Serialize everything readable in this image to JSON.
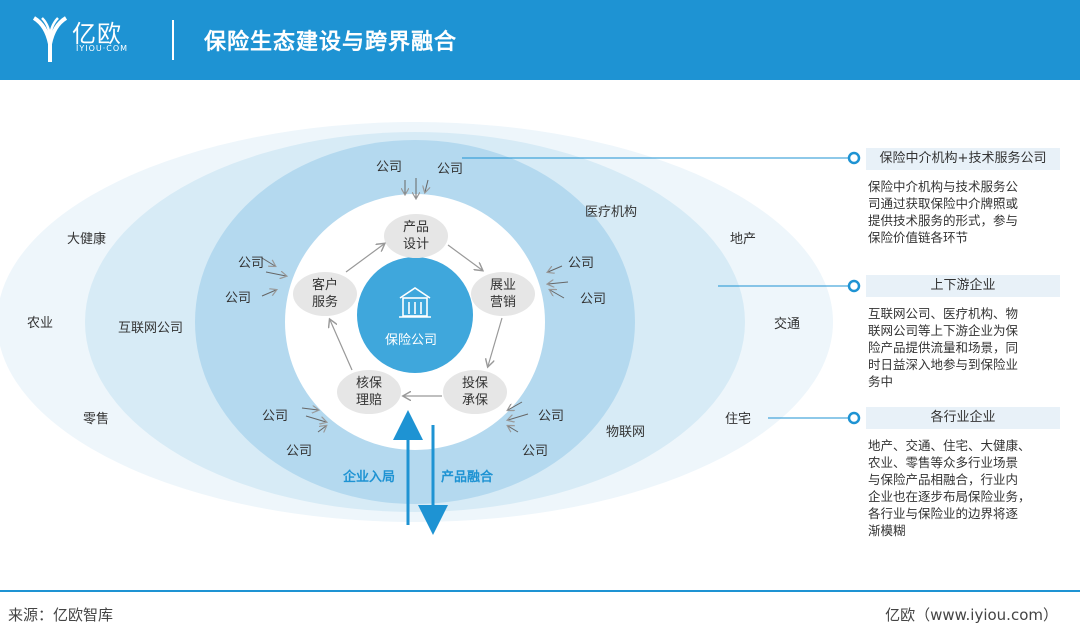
{
  "header": {
    "logo_text": "亿欧",
    "logo_sub": "IYIOU·COM",
    "title": "保险生态建设与跨界融合"
  },
  "diagram": {
    "center": "保险公司",
    "cycle": [
      {
        "line1": "产品",
        "line2": "设计"
      },
      {
        "line1": "展业",
        "line2": "营销"
      },
      {
        "line1": "投保",
        "line2": "承保"
      },
      {
        "line1": "核保",
        "line2": "理赔"
      },
      {
        "line1": "客户",
        "line2": "服务"
      }
    ],
    "company_label": "公司",
    "middle_ring": [
      "医疗机构",
      "互联网公司",
      "物联网"
    ],
    "outer_ring": [
      "大健康",
      "农业",
      "零售",
      "地产",
      "交通",
      "住宅"
    ],
    "arrows": {
      "up": "企业入局",
      "down": "产品融合"
    }
  },
  "legend": [
    {
      "title": "保险中介机构+技术服务公司",
      "lines": [
        "保险中介机构与技术服务公",
        "司通过获取保险中介牌照或",
        "提供技术服务的形式，参与",
        "保险价值链各环节"
      ]
    },
    {
      "title": "上下游企业",
      "lines": [
        "互联网公司、医疗机构、物",
        "联网公司等上下游企业为保",
        "险产品提供流量和场景，同",
        "时日益深入地参与到保险业",
        "务中"
      ]
    },
    {
      "title": "各行业企业",
      "lines": [
        "地产、交通、住宅、大健康、",
        "农业、零售等众多行业场景",
        "与保险产品相融合，行业内",
        "企业也在逐步布局保险业务，",
        "各行业与保险业的边界将逐",
        "渐模糊"
      ]
    }
  ],
  "footer": {
    "source": "来源：亿欧智库",
    "site": "亿欧（www.iyiou.com）"
  },
  "colors": {
    "brand": "#1e93d3",
    "center": "#3fa7dc",
    "outer": "#eef6fb",
    "mid": "#cfe6f4",
    "inner": "#a9d2ec"
  }
}
